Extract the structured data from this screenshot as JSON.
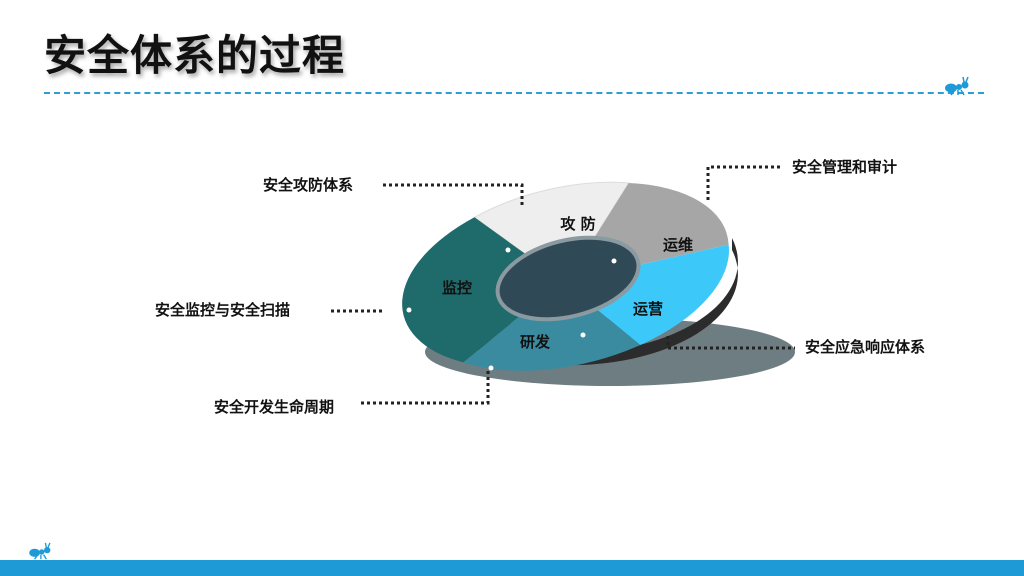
{
  "slide": {
    "title": "安全体系的过程",
    "colors": {
      "accent": "#1e9ad6",
      "seg_attack_defense": "#eeeeee",
      "seg_ops": "#a6a6a6",
      "seg_operations": "#3cc8f8",
      "seg_rnd": "#3a8aa0",
      "seg_monitor": "#1f6a6b"
    }
  },
  "ring": {
    "segments": [
      {
        "id": "attack-defense",
        "label": "攻 防"
      },
      {
        "id": "ops",
        "label": "运维"
      },
      {
        "id": "operations",
        "label": "运营"
      },
      {
        "id": "rnd",
        "label": "研发"
      },
      {
        "id": "monitor",
        "label": "监控"
      }
    ]
  },
  "callouts": {
    "attack_defense_system": "安全攻防体系",
    "management_audit": "安全管理和审计",
    "monitoring_scanning": "安全监控与安全扫描",
    "emergency_response": "安全应急响应体系",
    "sdl": "安全开发生命周期"
  },
  "icons": {
    "top_right": "ant-icon",
    "bottom_left": "ant-icon"
  }
}
